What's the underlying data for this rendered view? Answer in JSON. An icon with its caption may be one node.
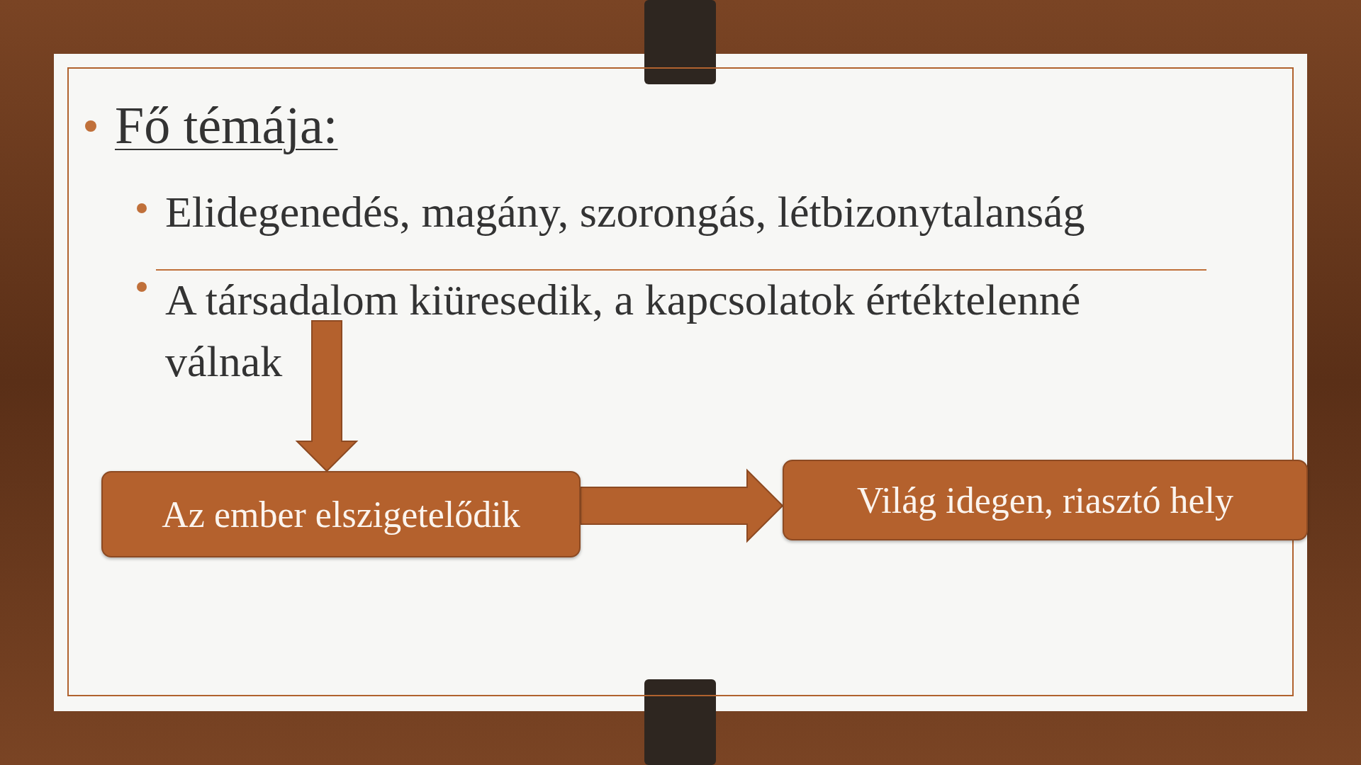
{
  "diagram": {
    "title": "Fő témája:",
    "nodes": [
      {
        "text": [
          "A társadalom kiüresedik, a kapcsolatok értéktelenné válnak"
        ]
      },
      {
        "text": [
          "Az ember elszigetelődik"
        ]
      },
      {
        "text": [
          "Világ idegen, riasztó hely"
        ]
      }
    ],
    "edges": [
      {
        "from": 0,
        "to": 1,
        "arrow": "to"
      },
      {
        "from": 1,
        "to": 2,
        "arrow": "to"
      }
    ],
    "labels": [
      "Elidegenedés, magány, szorongás, létbizonytalanság"
    ]
  }
}
